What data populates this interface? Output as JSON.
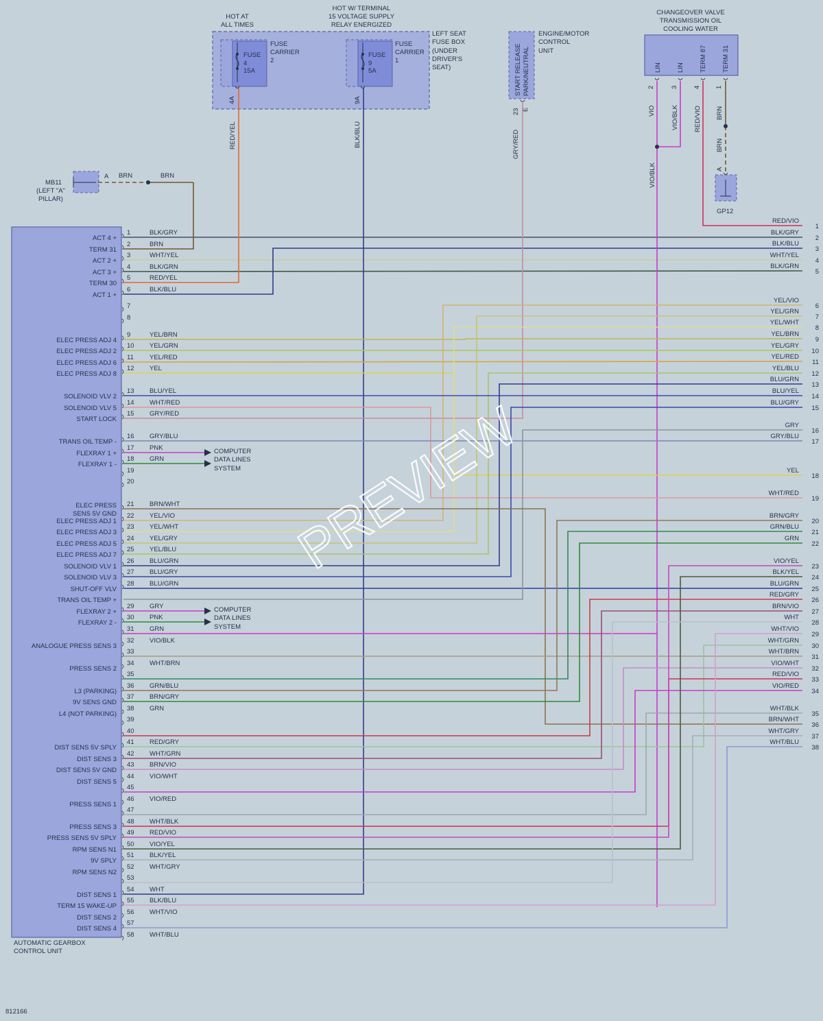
{
  "diagram_id": "812166",
  "watermark": "PREVIEW",
  "hot_at_all_times": [
    "HOT AT",
    "ALL TIMES"
  ],
  "hot_w_terminal": [
    "HOT W/ TERMINAL",
    "15 VOLTAGE SUPPLY",
    "RELAY ENERGIZED"
  ],
  "fuse_box_label": [
    "LEFT SEAT",
    "FUSE BOX",
    "(UNDER",
    "DRIVER'S",
    "SEAT)"
  ],
  "fuse4": {
    "name": "FUSE",
    "num": "4",
    "amp": "15A",
    "carrier": [
      "FUSE",
      "CARRIER",
      "2"
    ],
    "pin": "4A",
    "wire": "RED/YEL"
  },
  "fuse9": {
    "name": "FUSE",
    "num": "9",
    "amp": "5A",
    "carrier": [
      "FUSE",
      "CARRIER",
      "1"
    ],
    "pin": "9A",
    "wire": "BLK/BLU"
  },
  "ecm": {
    "label": [
      "ENGINE/MOTOR",
      "CONTROL",
      "UNIT"
    ],
    "pin_name": [
      "START RELEASE",
      "PARK/NEUTRAL"
    ],
    "pin": "23",
    "conn": "E",
    "wire": "GRY/RED"
  },
  "changeover": {
    "label": [
      "CHANGEOVER VALVE",
      "TRANSMISSION OIL",
      "COOLING WATER"
    ],
    "pins": [
      {
        "name": "LIN",
        "num": "2",
        "wire": "VIO"
      },
      {
        "name": "LIN",
        "num": "3",
        "wire": "VIO/BLK"
      },
      {
        "name": "TERM 87",
        "num": "4",
        "wire": "RED/VIO"
      },
      {
        "name": "TERM 31",
        "num": "1",
        "wire": "BRN"
      }
    ],
    "lin_join_wire": "VIO/BLK",
    "brn_lower": "BRN"
  },
  "mb11": {
    "name": "MB11",
    "desc": [
      "(LEFT \"A\"",
      "PILLAR)"
    ],
    "pin": "A",
    "wire1": "BRN",
    "wire2": "BRN"
  },
  "gp12": {
    "name": "GP12",
    "pin": "A"
  },
  "tcu_label": [
    "AUTOMATIC GEARBOX",
    "CONTROL UNIT"
  ],
  "computer_data": [
    "COMPUTER",
    "DATA LINES",
    "SYSTEM"
  ],
  "tcu_pins": [
    {
      "n": "1",
      "c": "BLK/GRY",
      "f": "ACT 4 +"
    },
    {
      "n": "2",
      "c": "BRN",
      "f": "TERM 31"
    },
    {
      "n": "3",
      "c": "WHT/YEL",
      "f": "ACT 2 +"
    },
    {
      "n": "4",
      "c": "BLK/GRN",
      "f": "ACT 3 +"
    },
    {
      "n": "5",
      "c": "RED/YEL",
      "f": "TERM 30"
    },
    {
      "n": "6",
      "c": "BLK/BLU",
      "f": "ACT 1 +"
    },
    {
      "n": "7",
      "c": "",
      "f": ""
    },
    {
      "n": "8",
      "c": "",
      "f": ""
    },
    {
      "n": "9",
      "c": "YEL/BRN",
      "f": "ELEC PRESS ADJ 4"
    },
    {
      "n": "10",
      "c": "YEL/GRN",
      "f": "ELEC PRESS ADJ 2"
    },
    {
      "n": "11",
      "c": "YEL/RED",
      "f": "ELEC PRESS ADJ 6"
    },
    {
      "n": "12",
      "c": "YEL",
      "f": "ELEC PRESS ADJ 8"
    },
    {
      "n": "13",
      "c": "BLU/YEL",
      "f": "SOLENOID VLV 2"
    },
    {
      "n": "14",
      "c": "WHT/RED",
      "f": "SOLENOID VLV 5"
    },
    {
      "n": "15",
      "c": "GRY/RED",
      "f": "START LOCK"
    },
    {
      "n": "16",
      "c": "GRY/BLU",
      "f": "TRANS OIL TEMP -"
    },
    {
      "n": "17",
      "c": "PNK",
      "f": "FLEXRAY 1 +"
    },
    {
      "n": "18",
      "c": "GRN",
      "f": "FLEXRAY 1 -"
    },
    {
      "n": "19",
      "c": "",
      "f": ""
    },
    {
      "n": "20",
      "c": "",
      "f": ""
    },
    {
      "n": "21",
      "c": "BRN/WHT",
      "f": "ELEC PRESS"
    },
    {
      "n": "22",
      "c": "YEL/VIO",
      "f": "SENS 5V GND"
    },
    {
      "n": "23",
      "c": "YEL/WHT",
      "f": "ELEC PRESS ADJ 1"
    },
    {
      "n": "24",
      "c": "YEL/GRY",
      "f": "ELEC PRESS ADJ 3"
    },
    {
      "n": "25",
      "c": "YEL/BLU",
      "f": "ELEC PRESS ADJ 5"
    },
    {
      "n": "26",
      "c": "BLU/GRN",
      "f": "ELEC PRESS ADJ 7"
    },
    {
      "n": "27",
      "c": "BLU/GRY",
      "f": "SOLENOID VLV 1"
    },
    {
      "n": "28",
      "c": "BLU/GRN",
      "f": "SOLENOID VLV 3"
    },
    {
      "n": "",
      "c": "",
      "f": "SHUT-OFF VLV"
    },
    {
      "n": "29",
      "c": "GRY",
      "f": "TRANS OIL TEMP +"
    },
    {
      "n": "30",
      "c": "PNK",
      "f": "FLEXRAY 2 +"
    },
    {
      "n": "31",
      "c": "GRN",
      "f": "FLEXRAY 2 -"
    },
    {
      "n": "32",
      "c": "VIO/BLK",
      "f": ""
    },
    {
      "n": "33",
      "c": "",
      "f": "ANALOGUE PRESS SENS 3"
    },
    {
      "n": "34",
      "c": "WHT/BRN",
      "f": ""
    },
    {
      "n": "35",
      "c": "",
      "f": "PRESS SENS 2"
    },
    {
      "n": "36",
      "c": "GRN/BLU",
      "f": ""
    },
    {
      "n": "37",
      "c": "BRN/GRY",
      "f": "L3 (PARKING)"
    },
    {
      "n": "38",
      "c": "GRN",
      "f": "9V SENS GND"
    },
    {
      "n": "39",
      "c": "",
      "f": "L4 (NOT PARKING)"
    },
    {
      "n": "40",
      "c": "",
      "f": ""
    },
    {
      "n": "41",
      "c": "RED/GRY",
      "f": ""
    },
    {
      "n": "42",
      "c": "WHT/GRN",
      "f": "DIST SENS 5V SPLY"
    },
    {
      "n": "43",
      "c": "BRN/VIO",
      "f": "DIST SENS 3"
    },
    {
      "n": "44",
      "c": "VIO/WHT",
      "f": "DIST SENS 5V GND"
    },
    {
      "n": "45",
      "c": "",
      "f": "DIST SENS 5"
    },
    {
      "n": "46",
      "c": "VIO/RED",
      "f": ""
    },
    {
      "n": "47",
      "c": "",
      "f": "PRESS SENS 1"
    },
    {
      "n": "48",
      "c": "WHT/BLK",
      "f": ""
    },
    {
      "n": "49",
      "c": "RED/VIO",
      "f": "PRESS SENS 3"
    },
    {
      "n": "50",
      "c": "VIO/YEL",
      "f": "PRESS SENS 5V SPLY"
    },
    {
      "n": "51",
      "c": "BLK/YEL",
      "f": "RPM SENS N1"
    },
    {
      "n": "52",
      "c": "WHT/GRY",
      "f": "9V SPLY"
    },
    {
      "n": "53",
      "c": "",
      "f": "RPM SENS N2"
    },
    {
      "n": "54",
      "c": "WHT",
      "f": ""
    },
    {
      "n": "55",
      "c": "BLK/BLU",
      "f": "DIST SENS 1"
    },
    {
      "n": "56",
      "c": "WHT/VIO",
      "f": "TERM 15 WAKE-UP"
    },
    {
      "n": "57",
      "c": "",
      "f": "DIST SENS 2"
    },
    {
      "n": "58",
      "c": "WHT/BLU",
      "f": ""
    },
    {
      "n": "",
      "c": "",
      "f": "DIST SENS 4"
    }
  ],
  "right_conn": [
    {
      "n": "1",
      "c": "RED/VIO"
    },
    {
      "n": "2",
      "c": "BLK/GRY"
    },
    {
      "n": "3",
      "c": "BLK/BLU"
    },
    {
      "n": "4",
      "c": "WHT/YEL"
    },
    {
      "n": "5",
      "c": "BLK/GRN"
    },
    {
      "n": "6",
      "c": "YEL/VIO"
    },
    {
      "n": "7",
      "c": "YEL/GRN"
    },
    {
      "n": "8",
      "c": "YEL/WHT"
    },
    {
      "n": "9",
      "c": "YEL/BRN"
    },
    {
      "n": "10",
      "c": "YEL/GRY"
    },
    {
      "n": "11",
      "c": "YEL/RED"
    },
    {
      "n": "12",
      "c": "YEL/BLU"
    },
    {
      "n": "13",
      "c": "BLU/GRN"
    },
    {
      "n": "14",
      "c": "BLU/YEL"
    },
    {
      "n": "15",
      "c": "BLU/GRY"
    },
    {
      "n": "16",
      "c": "GRY"
    },
    {
      "n": "17",
      "c": "GRY/BLU"
    },
    {
      "n": "18",
      "c": "YEL"
    },
    {
      "n": "19",
      "c": "WHT/RED"
    },
    {
      "n": "20",
      "c": "BRN/GRY"
    },
    {
      "n": "21",
      "c": "GRN/BLU"
    },
    {
      "n": "22",
      "c": "GRN"
    },
    {
      "n": "23",
      "c": "VIO/YEL"
    },
    {
      "n": "24",
      "c": "BLK/YEL"
    },
    {
      "n": "25",
      "c": "BLU/GRN"
    },
    {
      "n": "26",
      "c": "RED/GRY"
    },
    {
      "n": "27",
      "c": "BRN/VIO"
    },
    {
      "n": "28",
      "c": "WHT"
    },
    {
      "n": "29",
      "c": "WHT/VIO"
    },
    {
      "n": "30",
      "c": "WHT/GRN"
    },
    {
      "n": "31",
      "c": "WHT/BRN"
    },
    {
      "n": "32",
      "c": "VIO/WHT"
    },
    {
      "n": "33",
      "c": "RED/VIO"
    },
    {
      "n": "34",
      "c": "VIO/RED"
    },
    {
      "n": "35",
      "c": "WHT/BLK"
    },
    {
      "n": "36",
      "c": "BRN/WHT"
    },
    {
      "n": "37",
      "c": "WHT/GRY"
    },
    {
      "n": "38",
      "c": "WHT/BLU"
    }
  ],
  "colors": {
    "background": "#c6d2da",
    "component_fill": "#9aa6dc",
    "component_stroke": "#5a64a8",
    "text": "#26304a",
    "wire_blue": "#2f3c8c",
    "wire_yellow": "#d8d24a",
    "wire_green": "#2e8a3a",
    "wire_magenta": "#c43cc8",
    "wire_red": "#d0305a",
    "wire_brown": "#6e5a2c",
    "wire_gray": "#8a949e",
    "wire_orange": "#e06a30"
  }
}
